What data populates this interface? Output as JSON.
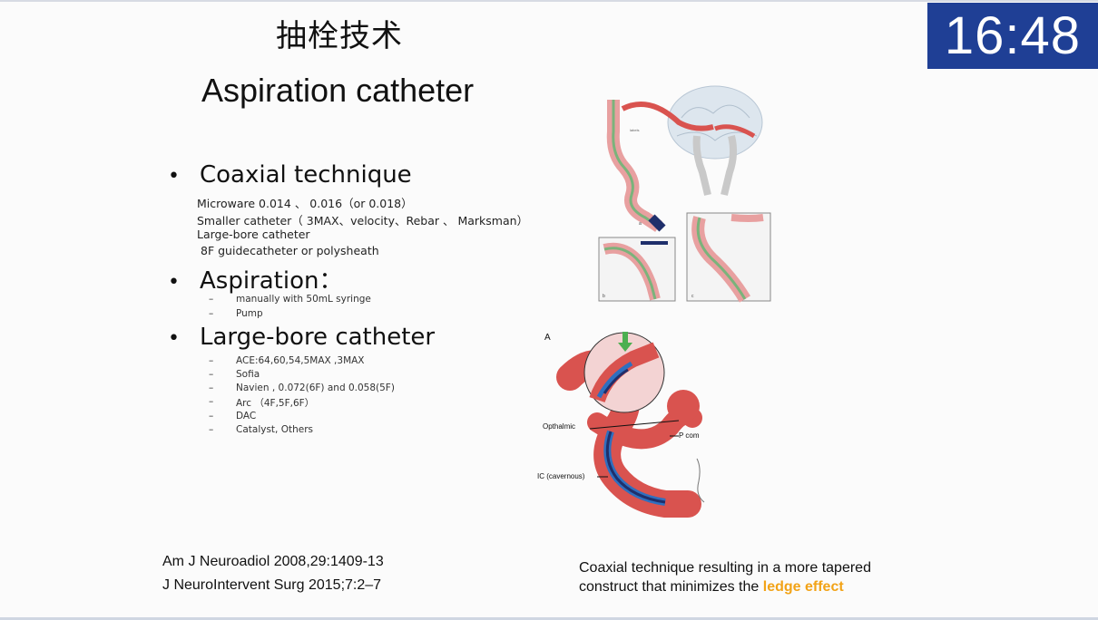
{
  "slide": {
    "title_cn": "抽栓技术",
    "title_en": "Aspiration catheter",
    "timer": "16:48",
    "bullets": [
      {
        "marker": "•",
        "text": "Coaxial  technique"
      },
      {
        "marker": "•",
        "text": "Aspiration："
      },
      {
        "marker": "•",
        "text": "Large-bore catheter"
      }
    ],
    "coaxial_lines": [
      "Microware 0.014 、 0.016（or 0.018）",
      "Smaller catheter（ 3MAX、velocity、Rebar 、 Marksman）",
      "Large-bore catheter",
      "8F  guidecatheter or polysheath"
    ],
    "aspiration_items": [
      {
        "dash": "–",
        "text": "manually with 50mL syringe"
      },
      {
        "dash": "–",
        "text": "Pump"
      }
    ],
    "largebore_items": [
      {
        "dash": "–",
        "text": "ACE:64,60,54,5MAX ,3MAX"
      },
      {
        "dash": "–",
        "text": "Sofia"
      },
      {
        "dash": "–",
        "text": "Navien , 0.072(6F) and 0.058(5F)"
      },
      {
        "dash": "–",
        "text": "Arc （4F,5F,6F）"
      },
      {
        "dash": "–",
        "text": "DAC"
      },
      {
        "dash": "–",
        "text": "Catalyst,  Others"
      }
    ],
    "references": [
      "Am J Neuroadiol 2008,29:1409-13",
      "J NeuroIntervent Surg 2015;7:2–7"
    ],
    "caption": {
      "line1": "Coaxial  technique resulting in a more tapered",
      "line2_prefix": "construct   that minimizes the ",
      "line2_highlight": "ledge effect"
    },
    "figure_bottom_labels": {
      "panel": "A",
      "opthalmic": "Opthalmic",
      "pcom": "P com",
      "ic": "IC (cavernous)"
    },
    "figure_top_labels": {
      "panel_a": "a",
      "panel_b": "b",
      "panel_c": "c"
    },
    "colors": {
      "timer_bg": "#1f3f95",
      "highlight": "#f2a317",
      "vessel": "#d9534f"
    },
    "icons": {
      "figure_top": "catheter-illustration",
      "figure_bottom": "aneurysm-illustration",
      "arrow": "green-down-arrow"
    }
  }
}
